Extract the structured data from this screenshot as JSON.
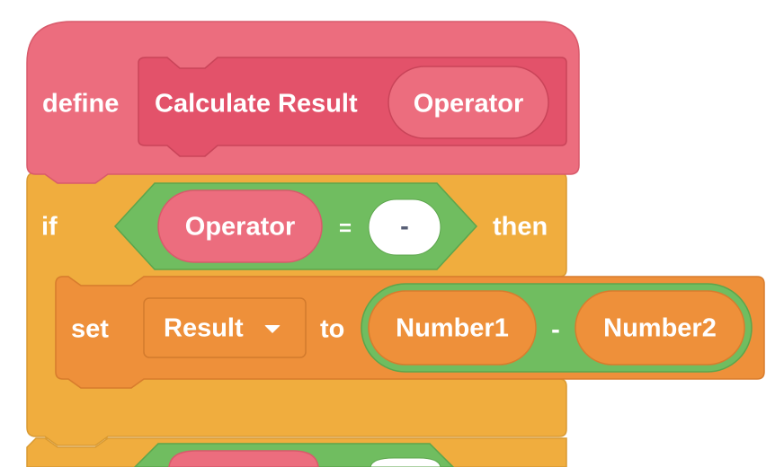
{
  "define_block": {
    "keyword": "define",
    "procedure_name": "Calculate Result",
    "param": "Operator",
    "color": "#ec6d7e",
    "inner_color": "#e3526a"
  },
  "if_block": {
    "keyword_if": "if",
    "keyword_then": "then",
    "color": "#f0ad3e",
    "condition": {
      "left": "Operator",
      "operator": "=",
      "right": "-",
      "color": "#70bd60"
    }
  },
  "set_block": {
    "keyword_set": "set",
    "variable": "Result",
    "keyword_to": "to",
    "color": "#ee903a",
    "expression": {
      "left": "Number1",
      "operator": "-",
      "right": "Number2",
      "color": "#70bd60"
    }
  }
}
